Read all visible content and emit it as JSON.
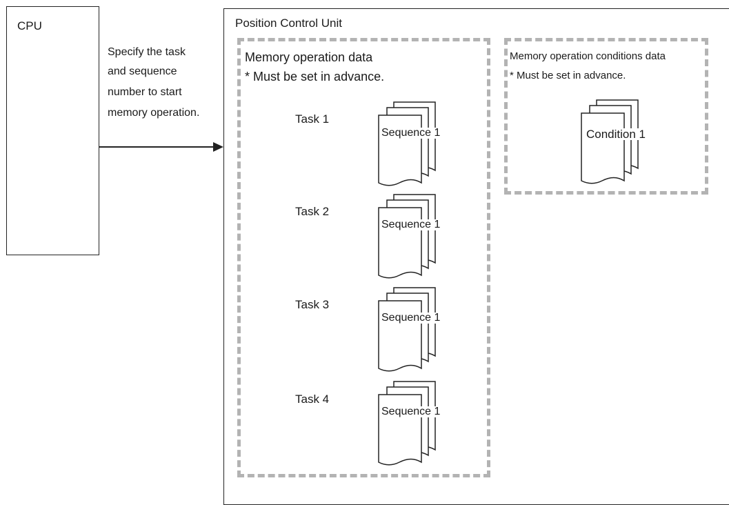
{
  "cpu": {
    "label": "CPU"
  },
  "instruction": {
    "lines": [
      "Specify the task",
      "and sequence",
      "number to start",
      "memory operation."
    ]
  },
  "unit": {
    "title": "Position Control Unit"
  },
  "memory_data": {
    "title": "Memory operation data",
    "note": "* Must be set in advance.",
    "tasks": [
      {
        "label": "Task 1",
        "sequence": "Sequence 1"
      },
      {
        "label": "Task 2",
        "sequence": "Sequence 1"
      },
      {
        "label": "Task 3",
        "sequence": "Sequence 1"
      },
      {
        "label": "Task 4",
        "sequence": "Sequence 1"
      }
    ]
  },
  "conditions_data": {
    "title": "Memory operation conditions data",
    "note": "* Must be set in advance.",
    "condition": "Condition 1"
  },
  "colors": {
    "line": "#222222",
    "dashed_border": "#b3b3b3",
    "background": "#ffffff"
  }
}
